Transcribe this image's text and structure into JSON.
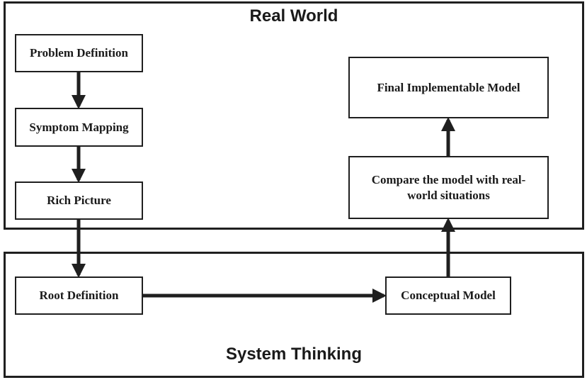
{
  "regions": {
    "real_world": "Real World",
    "system_thinking": "System Thinking"
  },
  "boxes": {
    "problem_definition": "Problem Definition",
    "symptom_mapping": "Symptom Mapping",
    "rich_picture": "Rich Picture",
    "root_definition": "Root Definition",
    "conceptual_model": "Conceptual Model",
    "compare_model": "Compare the model with real-world situations",
    "final_model": "Final Implementable Model"
  },
  "colors": {
    "line": "#1f1f1f",
    "text": "#1a1a1a",
    "background": "#ffffff"
  }
}
